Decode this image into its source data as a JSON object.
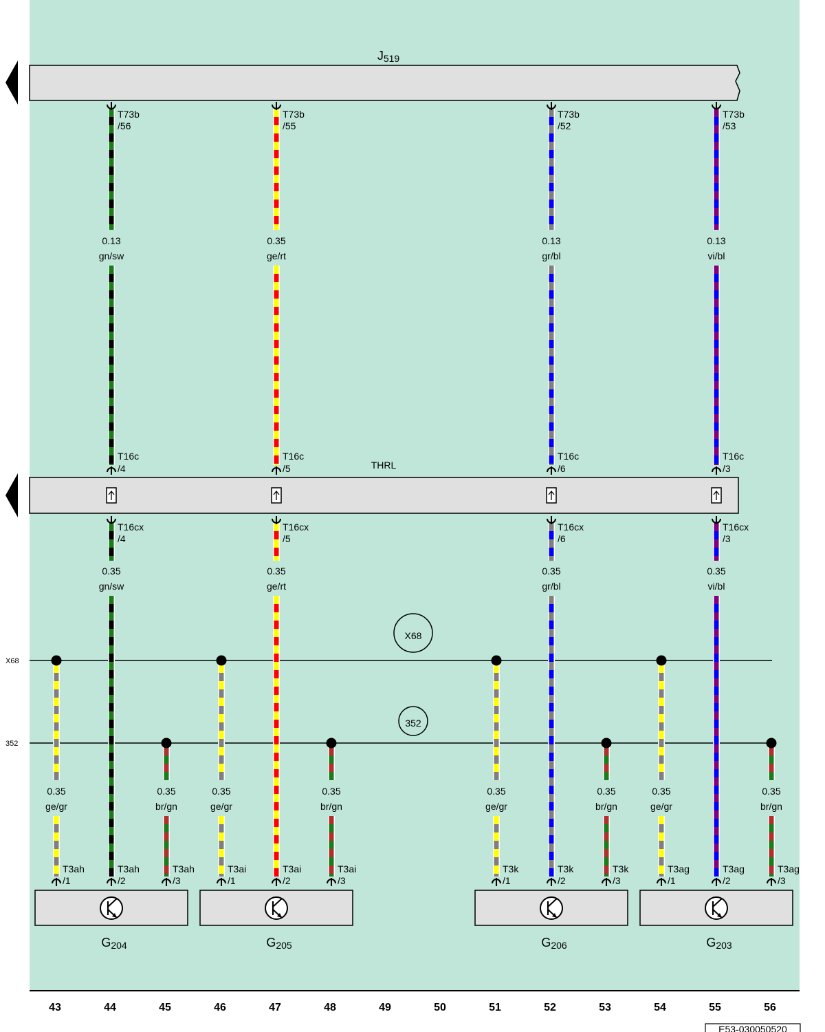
{
  "colors": {
    "background": "#c0e6da",
    "module_fill": "#e0e0e0",
    "gn": "#1a7d1a",
    "sw": "#000000",
    "ge": "#ffff00",
    "rt": "#ff0000",
    "gr": "#808080",
    "bl": "#0000ff",
    "vi": "#800080",
    "br": "#b03030"
  },
  "modules": {
    "j519": {
      "label": "J",
      "sub": "519"
    },
    "thrl": {
      "label": "THRL"
    }
  },
  "ground_points": [
    {
      "id": "x68",
      "label": "X68",
      "side_label": "X68"
    },
    {
      "id": "352",
      "label": "352",
      "side_label": "352"
    }
  ],
  "trunk_wires": [
    {
      "top_connector": {
        "name": "T73b",
        "pin": "/56"
      },
      "mid_connector": {
        "name": "T16c",
        "pin": "/4"
      },
      "low_connector": {
        "name": "T16cx",
        "pin": "/4"
      },
      "bottom_connector": {
        "name": "T3ah",
        "pin": "/2"
      },
      "upper_size": "0.13",
      "upper_color": "gn/sw",
      "lower_size": "0.35",
      "lower_color": "gn/sw",
      "color_codes": [
        "gn",
        "sw"
      ]
    },
    {
      "top_connector": {
        "name": "T73b",
        "pin": "/55"
      },
      "mid_connector": {
        "name": "T16c",
        "pin": "/5"
      },
      "low_connector": {
        "name": "T16cx",
        "pin": "/5"
      },
      "bottom_connector": {
        "name": "T3ai",
        "pin": "/2"
      },
      "upper_size": "0.35",
      "upper_color": "ge/rt",
      "lower_size": "0.35",
      "lower_color": "ge/rt",
      "color_codes": [
        "ge",
        "rt"
      ]
    },
    {
      "top_connector": {
        "name": "T73b",
        "pin": "/52"
      },
      "mid_connector": {
        "name": "T16c",
        "pin": "/6"
      },
      "low_connector": {
        "name": "T16cx",
        "pin": "/6"
      },
      "bottom_connector": {
        "name": "T3k",
        "pin": "/2"
      },
      "upper_size": "0.13",
      "upper_color": "gr/bl",
      "lower_size": "0.35",
      "lower_color": "gr/bl",
      "color_codes": [
        "gr",
        "bl"
      ]
    },
    {
      "top_connector": {
        "name": "T73b",
        "pin": "/53"
      },
      "mid_connector": {
        "name": "T16c",
        "pin": "/3"
      },
      "low_connector": {
        "name": "T16cx",
        "pin": "/3"
      },
      "bottom_connector": {
        "name": "T3ag",
        "pin": "/2"
      },
      "upper_size": "0.13",
      "upper_color": "vi/bl",
      "lower_size": "0.35",
      "lower_color": "vi/bl",
      "color_codes": [
        "vi",
        "bl"
      ]
    }
  ],
  "branch_wires": [
    {
      "ground": "x68",
      "size": "0.35",
      "color": "ge/gr",
      "color_codes": [
        "ge",
        "gr"
      ],
      "connector": {
        "name": "T3ah",
        "pin": "/1"
      }
    },
    {
      "ground": "352",
      "size": "0.35",
      "color": "br/gn",
      "color_codes": [
        "br",
        "gn"
      ],
      "connector": {
        "name": "T3ah",
        "pin": "/3"
      }
    },
    {
      "ground": "x68",
      "size": "0.35",
      "color": "ge/gr",
      "color_codes": [
        "ge",
        "gr"
      ],
      "connector": {
        "name": "T3ai",
        "pin": "/1"
      }
    },
    {
      "ground": "352",
      "size": "0.35",
      "color": "br/gn",
      "color_codes": [
        "br",
        "gn"
      ],
      "connector": {
        "name": "T3ai",
        "pin": "/3"
      }
    },
    {
      "ground": "x68",
      "size": "0.35",
      "color": "ge/gr",
      "color_codes": [
        "ge",
        "gr"
      ],
      "connector": {
        "name": "T3k",
        "pin": "/1"
      }
    },
    {
      "ground": "352",
      "size": "0.35",
      "color": "br/gn",
      "color_codes": [
        "br",
        "gn"
      ],
      "connector": {
        "name": "T3k",
        "pin": "/3"
      }
    },
    {
      "ground": "x68",
      "size": "0.35",
      "color": "ge/gr",
      "color_codes": [
        "ge",
        "gr"
      ],
      "connector": {
        "name": "T3ag",
        "pin": "/1"
      }
    },
    {
      "ground": "352",
      "size": "0.35",
      "color": "br/gn",
      "color_codes": [
        "br",
        "gn"
      ],
      "connector": {
        "name": "T3ag",
        "pin": "/3"
      }
    }
  ],
  "sensors": [
    {
      "label": "G",
      "sub": "204"
    },
    {
      "label": "G",
      "sub": "205"
    },
    {
      "label": "G",
      "sub": "206"
    },
    {
      "label": "G",
      "sub": "203"
    }
  ],
  "columns": [
    "43",
    "44",
    "45",
    "46",
    "47",
    "48",
    "49",
    "50",
    "51",
    "52",
    "53",
    "54",
    "55",
    "56"
  ],
  "reference_code": "E53-030050520"
}
